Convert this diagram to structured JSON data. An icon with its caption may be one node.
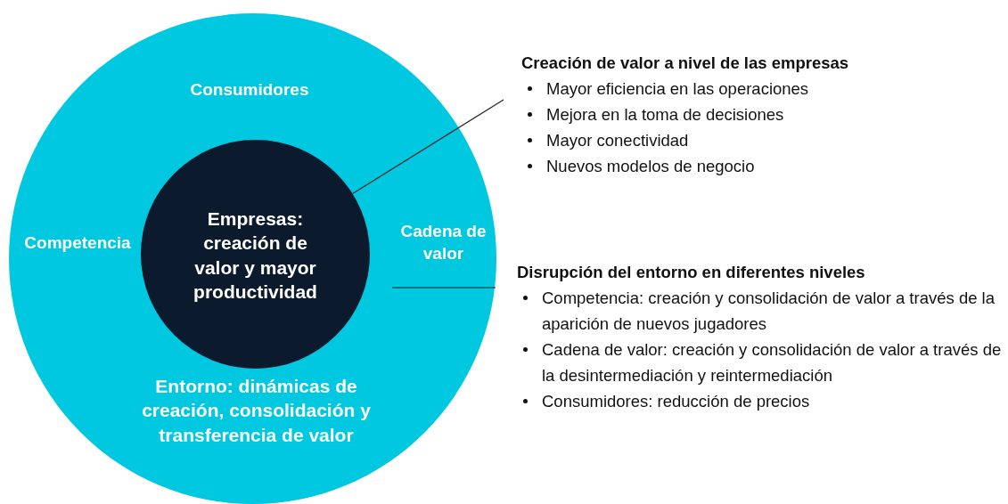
{
  "diagram": {
    "nodes": [
      {
        "text": [
          "Consumidores",
          "Competencia",
          "Cadena de valor",
          "Entorno: dinámicas de creación, consolidación y transferencia de valor"
        ]
      },
      {
        "text": [
          "Empresas: creación de valor y mayor productividad"
        ],
        "in": 0
      },
      {
        "text": [
          "Creación de valor a nivel de las empresas",
          "Mayor eficiencia en las operaciones",
          "Mejora en la toma de decisiones",
          "Mayor conectividad",
          "Nuevos modelos de negocio"
        ]
      },
      {
        "text": [
          "Disrupción del entorno en diferentes niveles",
          "Competencia: creación y consolidación de valor a través de la aparición de nuevos jugadores",
          "Cadena de valor: creación y consolidación de valor a través de la desintermediación y reintermediación",
          "Consumidores: reducción de precios"
        ]
      }
    ],
    "edges": [
      {
        "from": 1,
        "to": 2,
        "arrow": "none"
      },
      {
        "from": 3,
        "to": null,
        "arrow": "none"
      }
    ]
  }
}
